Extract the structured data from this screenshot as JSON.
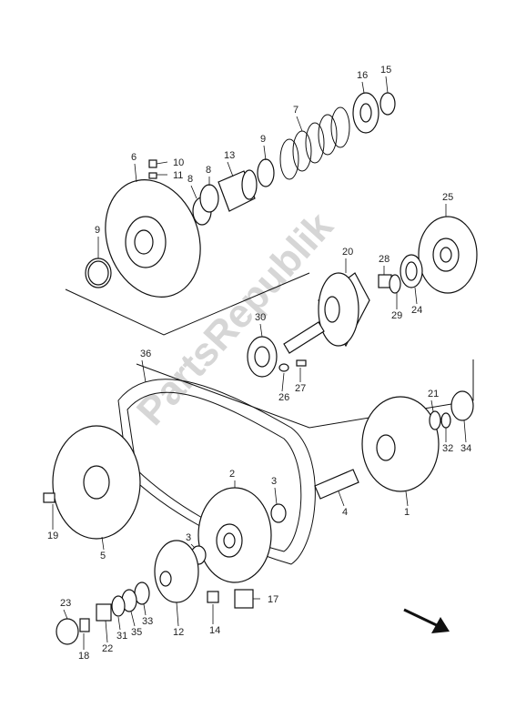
{
  "diagram": {
    "watermark": "PartsRepublik",
    "callouts": [
      "1",
      "2",
      "3",
      "3",
      "4",
      "5",
      "6",
      "7",
      "8",
      "8",
      "9",
      "9",
      "10",
      "11",
      "12",
      "13",
      "14",
      "15",
      "16",
      "17",
      "18",
      "19",
      "20",
      "21",
      "22",
      "23",
      "24",
      "25",
      "26",
      "27",
      "28",
      "29",
      "30",
      "31",
      "32",
      "33",
      "34",
      "35",
      "36"
    ],
    "direction_icon": "front-arrow-icon"
  }
}
